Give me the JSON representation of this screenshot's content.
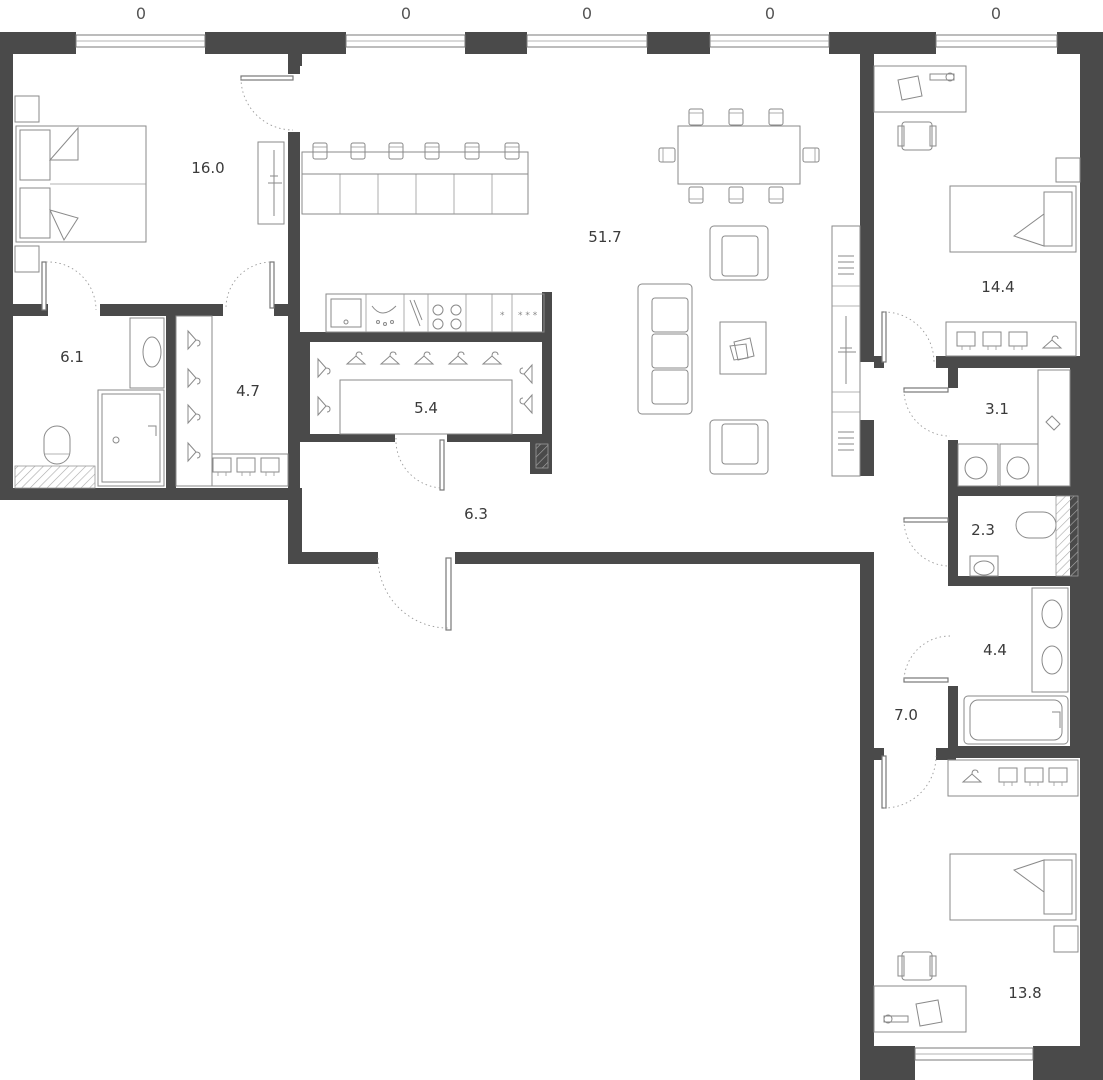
{
  "plan": {
    "wall_color": "#4a4a4a",
    "line_color": "#8a8a8a",
    "background": "#ffffff",
    "window_dimensions": [
      "0",
      "0",
      "0",
      "0",
      "0"
    ],
    "rooms": {
      "bedroom_main": "16.0",
      "bath_main": "6.1",
      "wardrobe_main": "4.7",
      "living_kitchen": "51.7",
      "wardrobe_center": "5.4",
      "hall_center": "6.3",
      "bedroom_ne": "14.4",
      "laundry": "3.1",
      "wc": "2.3",
      "bath_east": "4.4",
      "corridor_east": "7.0",
      "bedroom_se": "13.8"
    }
  }
}
